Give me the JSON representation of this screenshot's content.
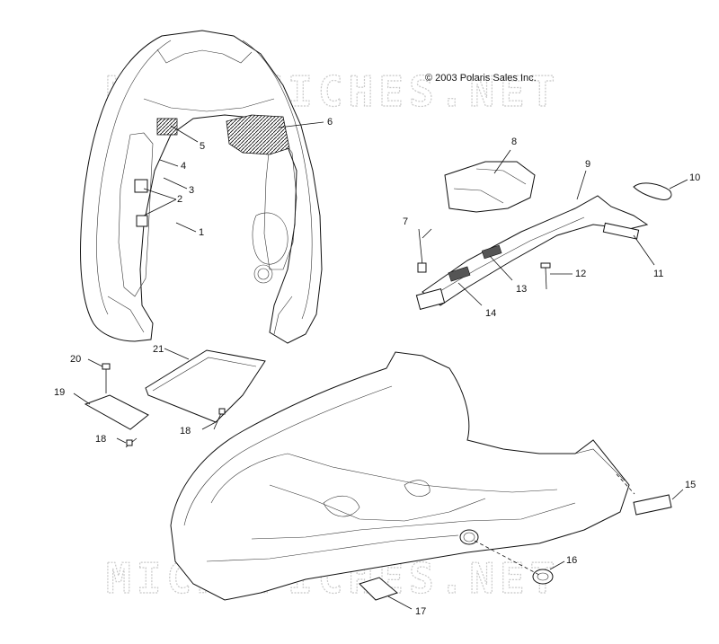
{
  "copyright": "© 2003 Polaris Sales Inc.",
  "watermarks": [
    "MICROFICHES.NET",
    "MICROFICHES.NET"
  ],
  "callouts": [
    {
      "id": "c1",
      "label": "1"
    },
    {
      "id": "c2",
      "label": "2"
    },
    {
      "id": "c3",
      "label": "3"
    },
    {
      "id": "c4",
      "label": "4"
    },
    {
      "id": "c5",
      "label": "5"
    },
    {
      "id": "c6",
      "label": "6"
    },
    {
      "id": "c7",
      "label": "7"
    },
    {
      "id": "c8",
      "label": "8"
    },
    {
      "id": "c9",
      "label": "9"
    },
    {
      "id": "c10",
      "label": "10"
    },
    {
      "id": "c11",
      "label": "11"
    },
    {
      "id": "c12",
      "label": "12"
    },
    {
      "id": "c13",
      "label": "13"
    },
    {
      "id": "c14",
      "label": "14"
    },
    {
      "id": "c15",
      "label": "15"
    },
    {
      "id": "c16",
      "label": "16"
    },
    {
      "id": "c17",
      "label": "17"
    },
    {
      "id": "c18a",
      "label": "18"
    },
    {
      "id": "c18b",
      "label": "18"
    },
    {
      "id": "c19",
      "label": "19"
    },
    {
      "id": "c20",
      "label": "20"
    },
    {
      "id": "c21",
      "label": "21"
    }
  ]
}
